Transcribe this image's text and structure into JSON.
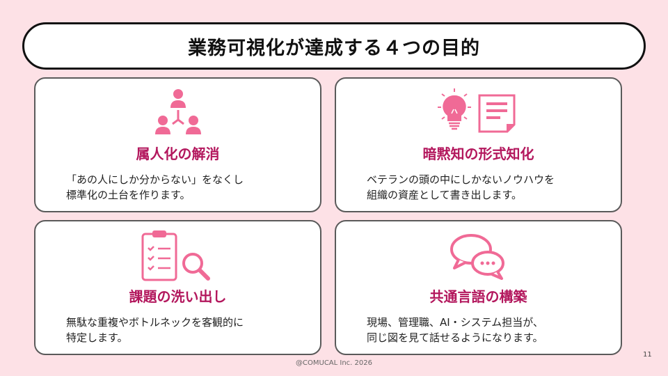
{
  "header": {
    "title": "業務可視化が達成する４つの目的"
  },
  "cards": [
    {
      "title": "属人化の解消",
      "lines": [
        "「あの人にしか分からない」をなくし",
        "標準化の土台を作ります。"
      ],
      "icon": "people-network-icon"
    },
    {
      "title": "暗黙知の形式知化",
      "lines": [
        "ベテランの頭の中にしかないノウハウを",
        "組織の資産として書き出します。"
      ],
      "icon": "lightbulb-document-icon"
    },
    {
      "title": "課題の洗い出し",
      "lines": [
        "無駄な重複やボトルネックを客観的に",
        "特定します。"
      ],
      "icon": "clipboard-magnifier-icon"
    },
    {
      "title": "共通言語の構築",
      "lines": [
        "現場、管理職、AI・システム担当が、",
        "同じ図を見て話せるようになります。"
      ],
      "icon": "speech-bubbles-icon"
    }
  ],
  "colors": {
    "accent": "#f06a96",
    "title": "#b3175d",
    "background": "#fde1e6"
  },
  "page_number": "11",
  "footer": "@COMUCAL Inc. 2026"
}
